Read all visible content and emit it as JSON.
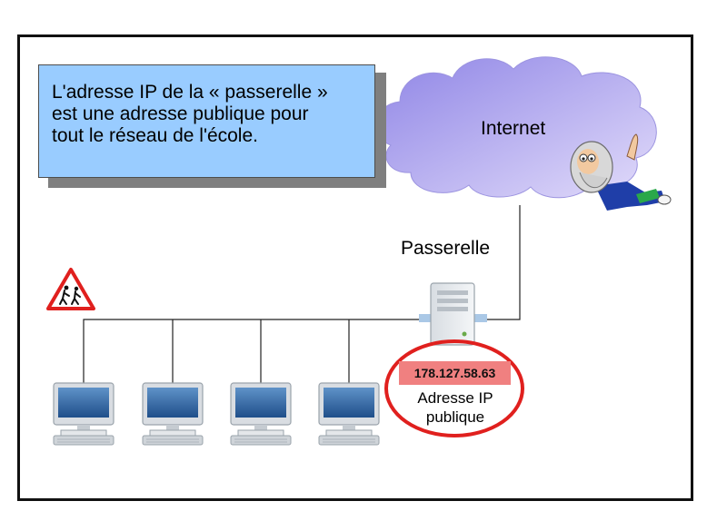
{
  "callout": {
    "lines": [
      "L'adresse IP de la « passerelle »",
      "est une adresse publique pour",
      "tout le réseau de l'école."
    ]
  },
  "internet_label": "Internet",
  "gateway_label": "Passerelle",
  "gateway_ip": "178.127.58.63",
  "ip_caption": {
    "line1": "Adresse IP",
    "line2": "publique"
  },
  "colors": {
    "callout_fill": "#99ccff",
    "cloud_fill": "#b0a6f0",
    "ip_highlight": "#f08080",
    "ellipse_stroke": "#e0201e",
    "warning_sign": "#e0201e"
  },
  "icons": [
    "cloud-icon",
    "character-icon",
    "server-icon",
    "computer-icon",
    "school-crossing-warning-icon"
  ],
  "computers_count": 4
}
